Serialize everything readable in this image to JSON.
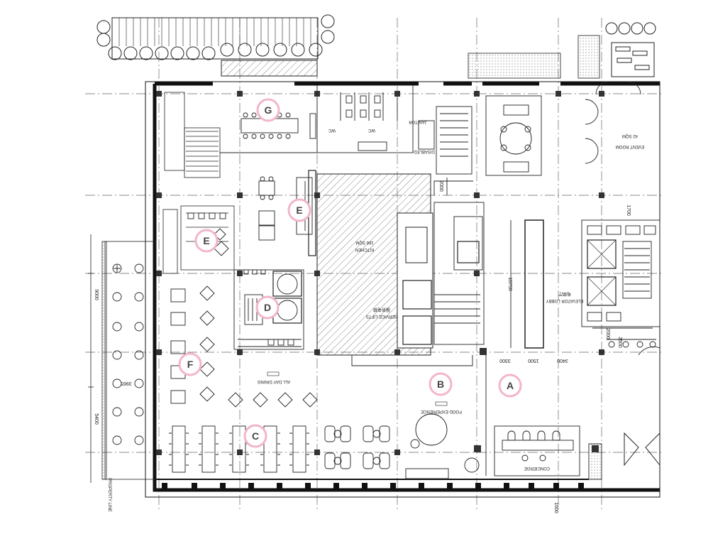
{
  "markers": [
    {
      "id": "A",
      "letter": "A",
      "ring": "#f2b6c9"
    },
    {
      "id": "B",
      "letter": "B",
      "ring": "#f2b6c9"
    },
    {
      "id": "C",
      "letter": "C",
      "ring": "#f2b6c9"
    },
    {
      "id": "D",
      "letter": "D",
      "ring": "#f2b6c9"
    },
    {
      "id": "E1",
      "letter": "E",
      "ring": "#f2b6c9"
    },
    {
      "id": "E2",
      "letter": "E",
      "ring": "#f2b6c9"
    },
    {
      "id": "F",
      "letter": "F",
      "ring": "#f2b6c9"
    },
    {
      "id": "G",
      "letter": "G",
      "ring": "#f2b6c9"
    }
  ],
  "rooms": {
    "event_room": {
      "name": "EVENT ROOM",
      "area": "42 SQM"
    },
    "elevator_lobby": {
      "name": "ELEVATOR LOBBY",
      "sub": "电梯厅"
    },
    "kitchen": {
      "name": "KITCHEN",
      "area": "166 SQM"
    },
    "service_lifts": {
      "name": "SERVICE LIFTS",
      "sub": "服务电梯"
    },
    "food_experience": {
      "name": "FOOD EXPERIENCE"
    },
    "all_day_dining": {
      "name": "ALL DAY DINING"
    },
    "concierge": {
      "name": "CONCIERGE"
    },
    "janitor": {
      "name": "JANITOR"
    },
    "wc1": {
      "name": "WC"
    },
    "wc2": {
      "name": "WC"
    },
    "disabled": {
      "name": "DISABLED"
    }
  },
  "dimensions": {
    "d9000": "9000",
    "d3965": "3965",
    "d5400": "5400",
    "d3300": "3300",
    "d1500": "1500",
    "d3400": "3400",
    "d10750": "10750",
    "d1700": "1700",
    "d2000": "2000",
    "d2000b": "2000",
    "d2500": "2500",
    "d1500b": "1500"
  },
  "notes": {
    "property_line": "PROPERTY LINE"
  },
  "colors": {
    "line": "#1a1a1a",
    "grid": "#555555",
    "hatch": "#555555",
    "marker_ring": "#f2b6c9"
  }
}
